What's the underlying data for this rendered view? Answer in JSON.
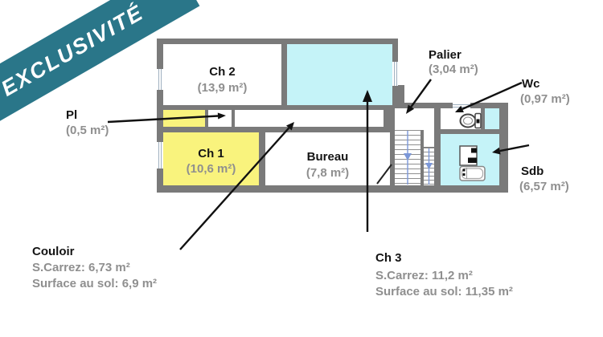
{
  "banner": {
    "label": "EXCLUSIVITÉ"
  },
  "rooms": {
    "ch2": {
      "name": "Ch 2",
      "area": "(13,9 m²)"
    },
    "ch1": {
      "name": "Ch 1",
      "area": "(10,6 m²)"
    },
    "bureau": {
      "name": "Bureau",
      "area": "(7,8 m²)"
    },
    "pl": {
      "name": "Pl",
      "area": "(0,5 m²)"
    },
    "palier": {
      "name": "Palier",
      "area": "(3,04 m²)"
    },
    "wc": {
      "name": "Wc",
      "area": "(0,97 m²)"
    },
    "sdb": {
      "name": "Sdb",
      "area": "(6,57 m²)"
    },
    "couloir": {
      "name": "Couloir",
      "carrez": "S.Carrez: 6,73 m²",
      "surface": "Surface au sol: 6,9 m²"
    },
    "ch3": {
      "name": "Ch 3",
      "carrez": "S.Carrez: 11,2 m²",
      "surface": "Surface au sol: 11,35 m²"
    }
  },
  "colors": {
    "banner": "#2a7689",
    "wall": "#7a7a7a",
    "cyan": "#c5f3f8",
    "yellow": "#f9f37d",
    "ink": "#141414",
    "muted": "#8f8f8f",
    "blue": "#7b97d8"
  }
}
